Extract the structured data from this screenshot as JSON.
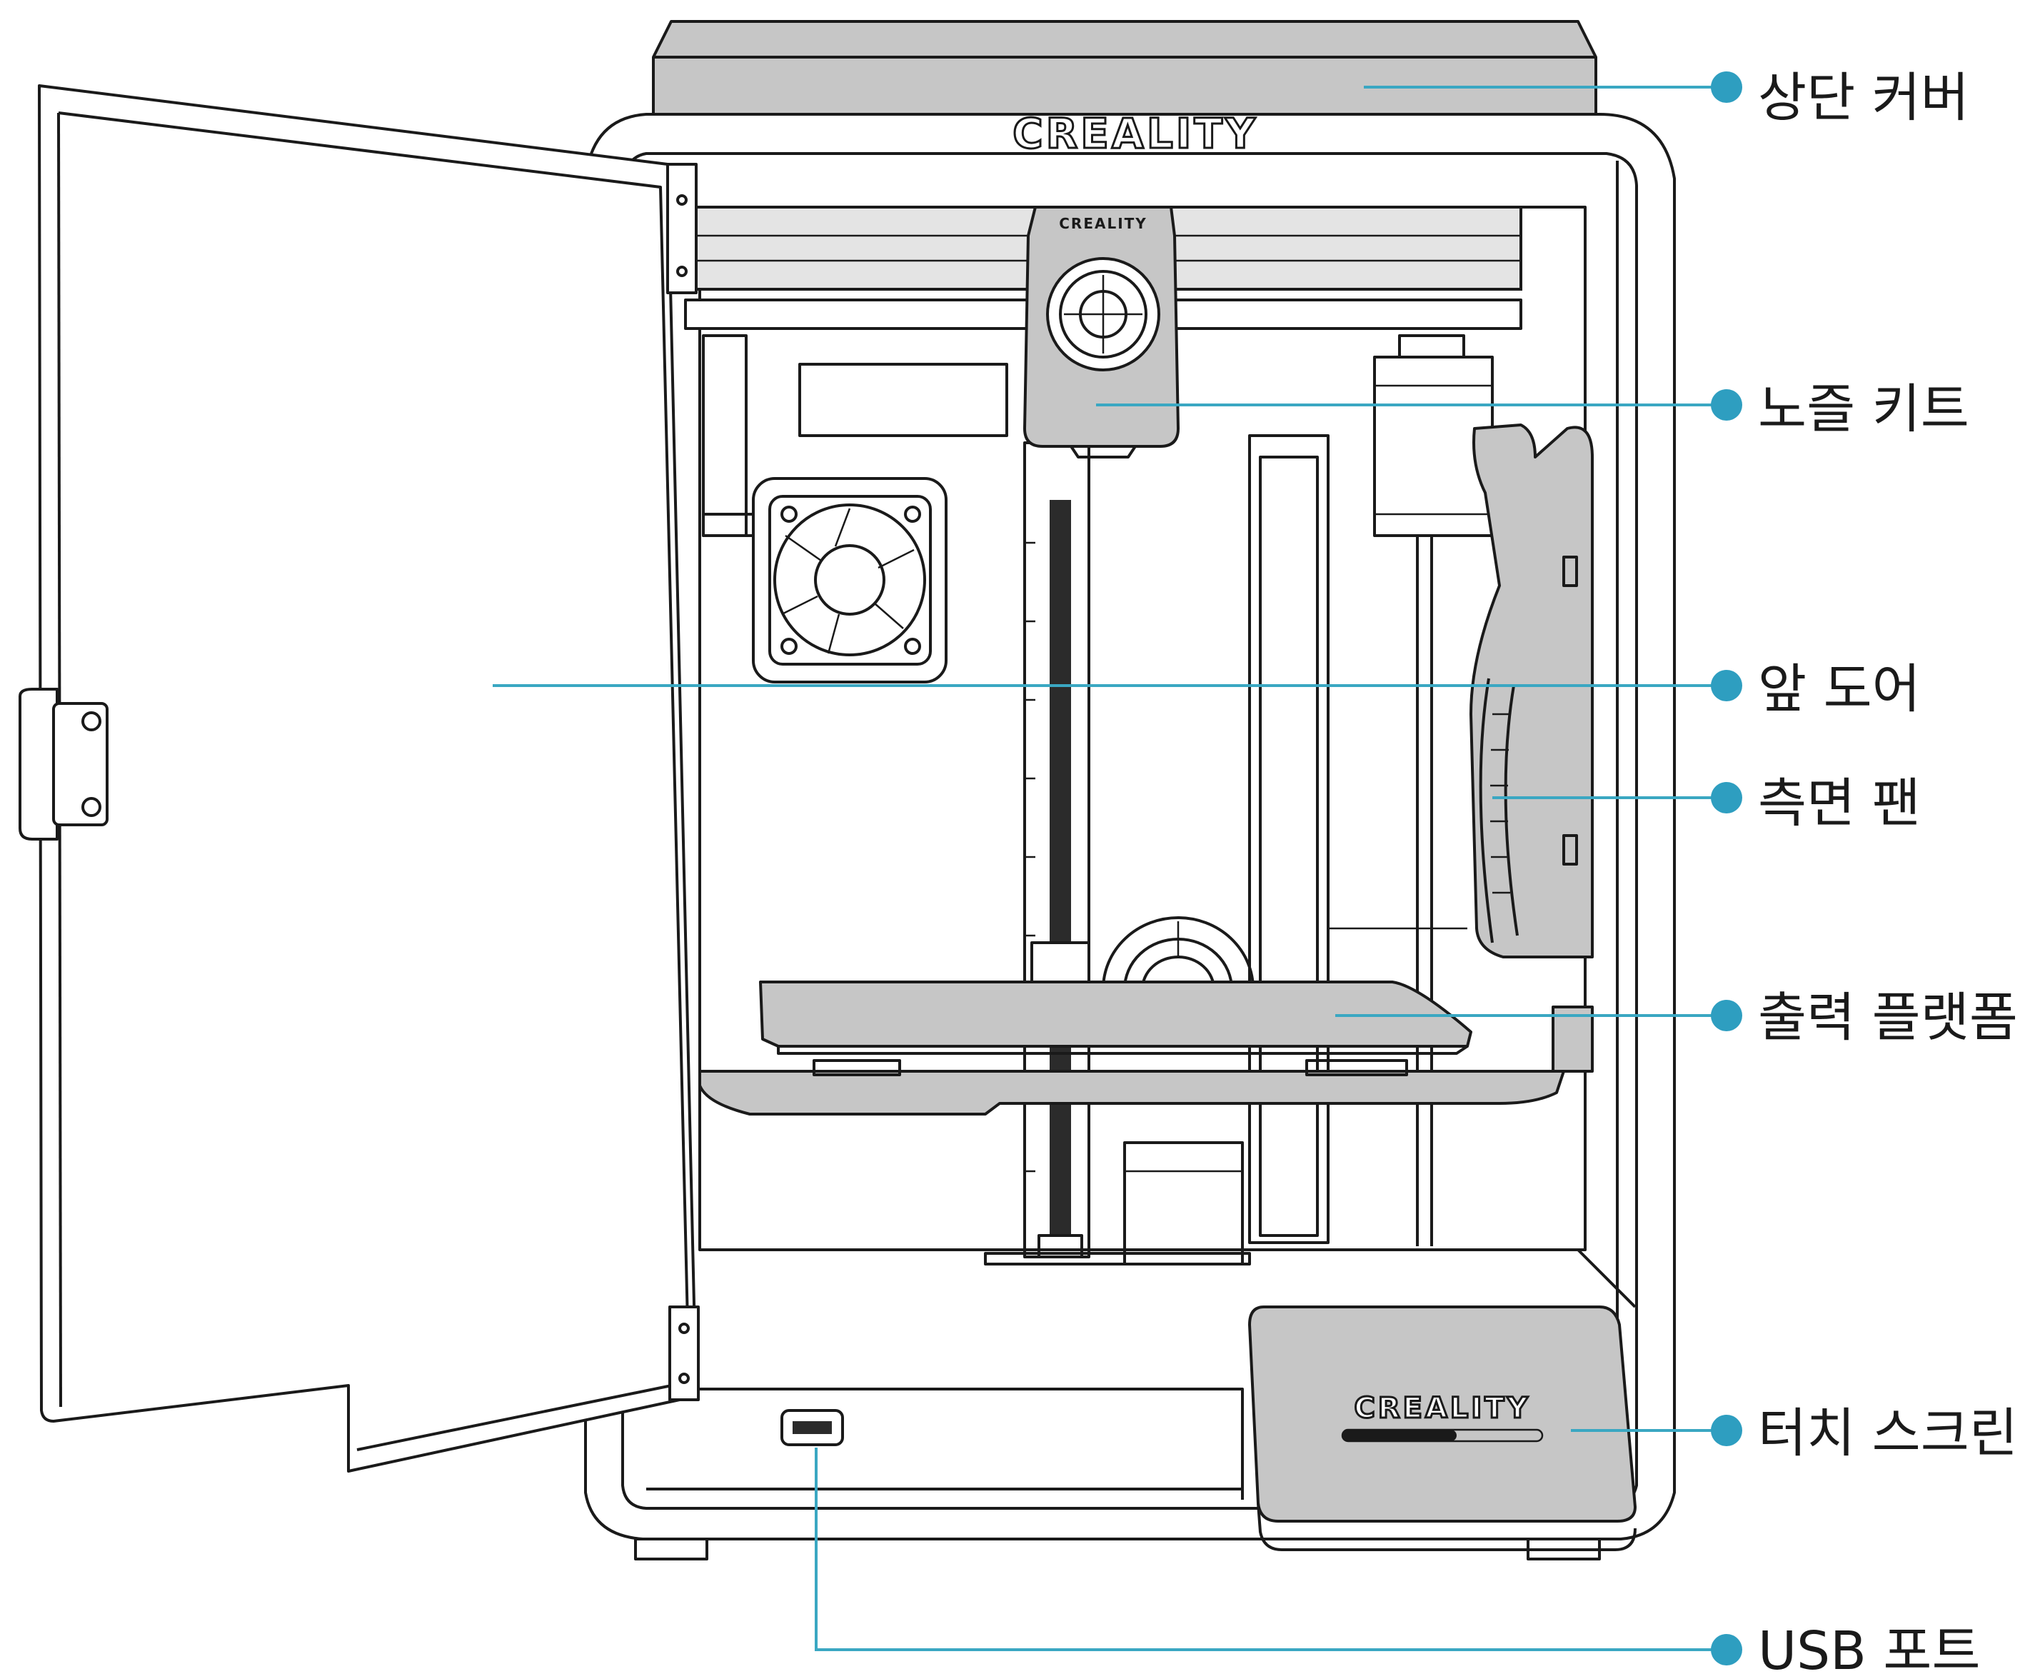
{
  "brand": {
    "top_logo": "CREALITY",
    "head_logo": "CREALITY",
    "screen_logo": "CREALITY"
  },
  "colors": {
    "leader": "#3aa7c2",
    "dot": "#2e9ec0",
    "panel_gray": "#c6c6c6",
    "line": "#1a1a1a"
  },
  "callouts": [
    {
      "id": "top-cover",
      "text": "상단 커버"
    },
    {
      "id": "nozzle-kit",
      "text": "노즐 키트"
    },
    {
      "id": "front-door",
      "text": "앞 도어"
    },
    {
      "id": "side-fan",
      "text": "측면 팬"
    },
    {
      "id": "print-platform",
      "text": "출력 플랫폼"
    },
    {
      "id": "touch-screen",
      "text": "터치 스크린"
    },
    {
      "id": "usb-port",
      "text": "USB 포트"
    }
  ]
}
